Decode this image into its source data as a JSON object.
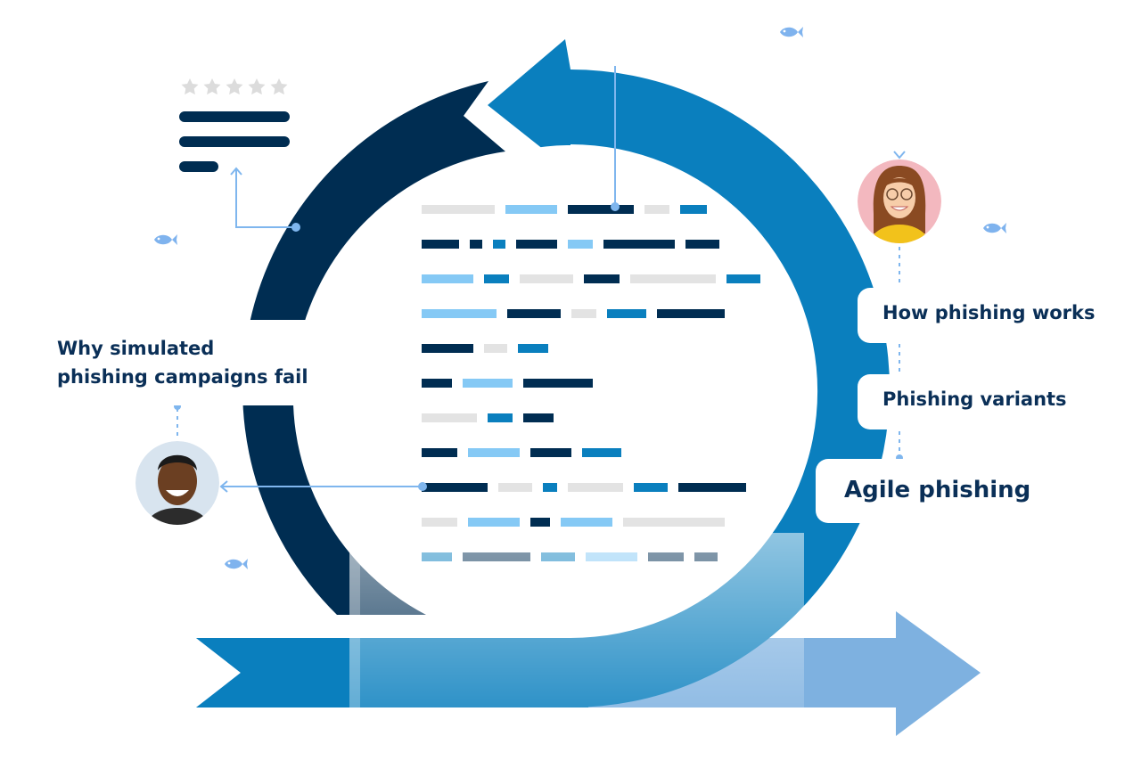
{
  "labels": {
    "why_line1": "Why simulated",
    "why_line2": "phishing campaigns fail",
    "how": "How phishing works",
    "variants": "Phishing variants",
    "agile": "Agile phishing"
  },
  "rating": {
    "stars": 5,
    "filled": 0
  },
  "colors": {
    "navy": "#002d52",
    "blue": "#0a7fbe",
    "light_blue": "#85c9f5",
    "gray": "#e3e3e3",
    "connector": "#7fb6ee",
    "arrow_light": "#7eb1e0",
    "fish": "#7fb3ee",
    "text": "#0a2f57"
  },
  "avatars": [
    {
      "name": "woman-avatar",
      "background": "#f3b8bf"
    },
    {
      "name": "man-avatar",
      "background": "#d8e4ef"
    }
  ],
  "code_rows": [
    [
      "gray",
      "lightblue",
      "navy",
      "gray",
      "blue"
    ],
    [
      "navy",
      "navy",
      "blue",
      "navy",
      "lightblue",
      "navy",
      "navy"
    ],
    [
      "lightblue",
      "blue",
      "gray",
      "navy",
      "gray",
      "blue"
    ],
    [
      "lightblue",
      "navy",
      "gray",
      "blue",
      "navy"
    ],
    [
      "navy",
      "gray",
      "blue"
    ],
    [
      "navy",
      "lightblue",
      "navy"
    ],
    [
      "gray",
      "blue",
      "navy"
    ],
    [
      "navy",
      "lightblue",
      "navy",
      "blue"
    ],
    [
      "navy",
      "gray",
      "blue",
      "gray",
      "blue",
      "navy"
    ],
    [
      "gray",
      "lightblue",
      "navy",
      "lightblue",
      "gray"
    ],
    [
      "blue",
      "navy",
      "blue",
      "lightblue",
      "navy",
      "navy"
    ]
  ]
}
